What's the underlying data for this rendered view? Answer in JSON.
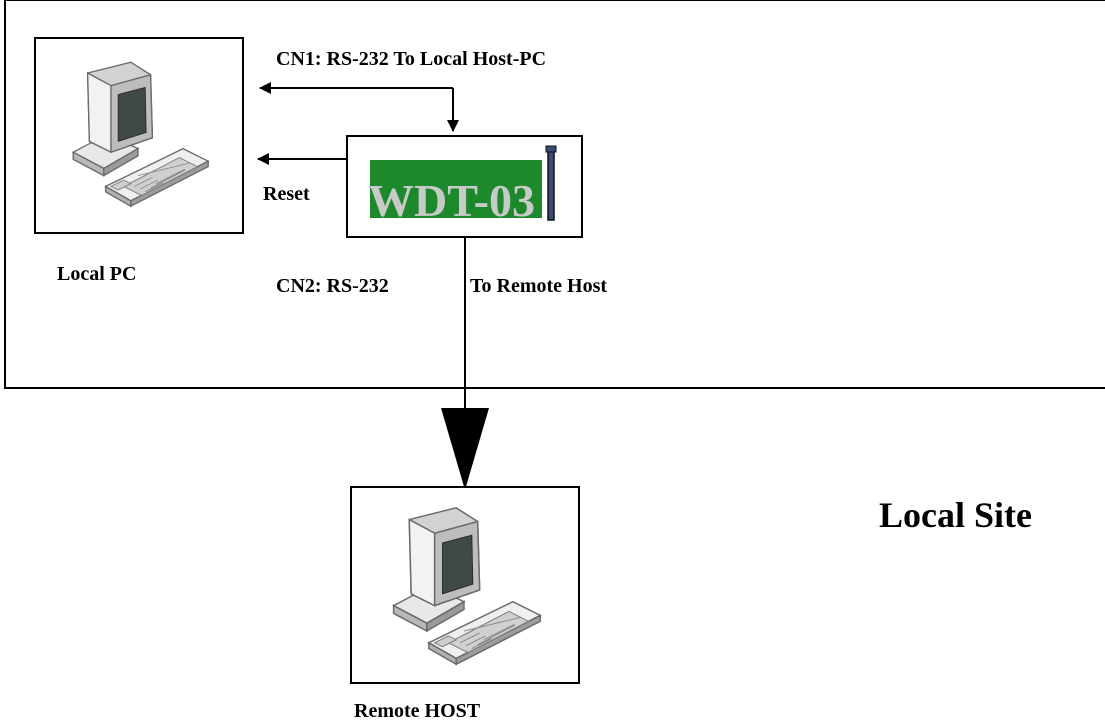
{
  "labels": {
    "cn1": "CN1: RS-232 To Local Host-PC",
    "reset": "Reset",
    "local_pc": "Local PC",
    "cn2": "CN2: RS-232",
    "to_remote": "To Remote Host",
    "local_site": "Local Site",
    "remote_host": "Remote HOST",
    "card": "WDT-03"
  },
  "colors": {
    "card_green": "#1c8a2a",
    "card_text": "#c9c9c9",
    "bracket": "#3a4a7a"
  },
  "icons": {
    "local_pc": "desktop-computer-icon",
    "remote_host": "desktop-computer-icon"
  }
}
